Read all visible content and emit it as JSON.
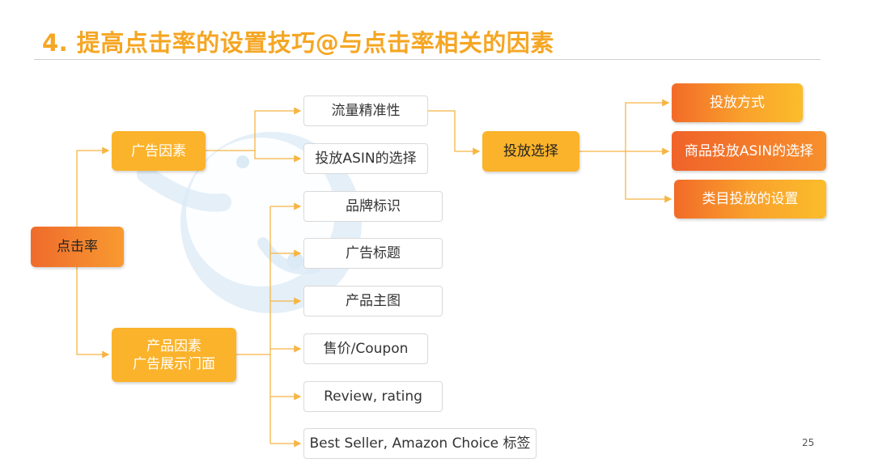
{
  "slide": {
    "title": "4. 提高点击率的设置技巧@与点击率相关的因素",
    "page_number": "25"
  },
  "diagram": {
    "root": "点击率",
    "ad_factors": "广告因素",
    "product_factors_line1": "产品因素",
    "product_factors_line2": "广告展示门面",
    "traffic_accuracy": "流量精准性",
    "asin_selection": "投放ASIN的选择",
    "targeting_choice": "投放选择",
    "targeting_methods": "投放方式",
    "product_asin_selection": "商品投放ASIN的选择",
    "category_targeting": "类目投放的设置",
    "brand_logo": "品牌标识",
    "ad_title": "广告标题",
    "main_image": "产品主图",
    "price_coupon": "售价/Coupon",
    "review_rating": "Review, rating",
    "badges": "Best Seller, Amazon Choice 标签"
  },
  "colors": {
    "title": "#f5a623",
    "connector": "#f6b544",
    "yellow_node": "#fbb32b",
    "orange_node": "#f0632a"
  }
}
